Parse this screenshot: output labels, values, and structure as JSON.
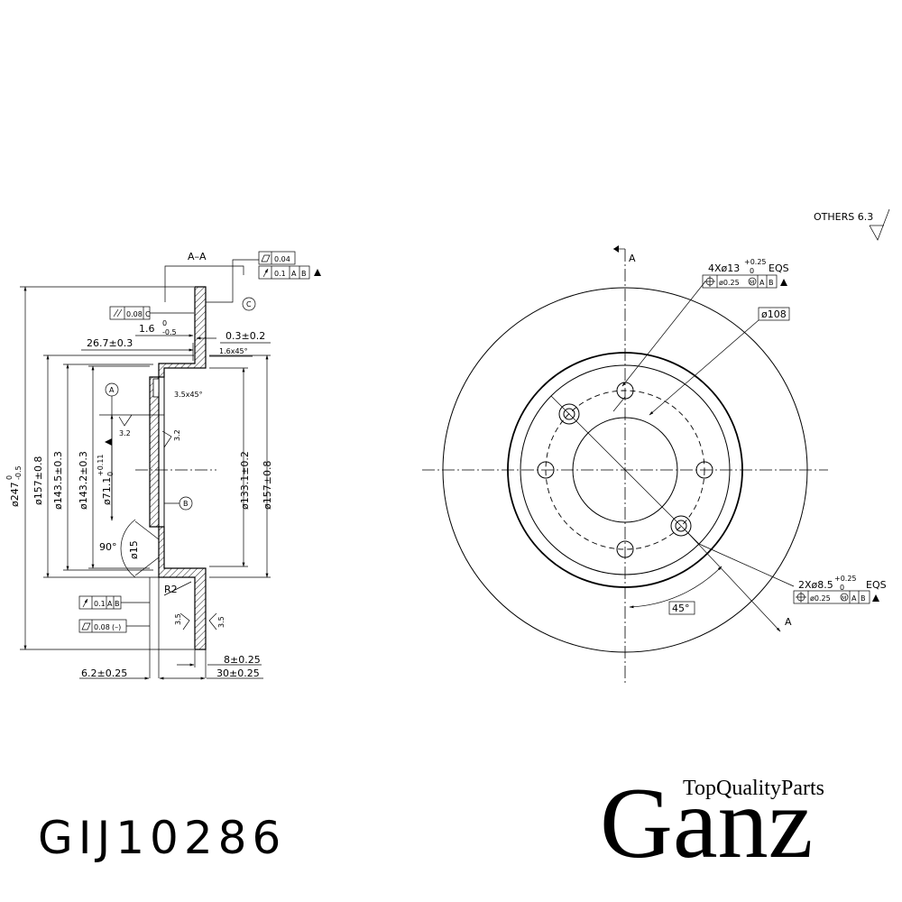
{
  "drawing": {
    "section_label": "A–A",
    "surface_finish_note": "OTHERS 6.3",
    "view_arrow_label": "A",
    "section_arrow_label": "A",
    "section_view": {
      "flatness_tol": "0.04",
      "runout_tol": "0.1",
      "runout_ref_a": "A",
      "runout_ref_b": "B",
      "parallel_tol": "0.08",
      "parallel_ref": "C",
      "datum_c": "C",
      "datum_a": "A",
      "datum_b": "B",
      "dim_1_6": "1.6",
      "dim_1_6_tol_upper": "0",
      "dim_1_6_tol_lower": "-0.5",
      "dim_0_3": "0.3±0.2",
      "dim_26_7": "26.7±0.3",
      "chamfer_1_6": "1.6x45°",
      "chamfer_3_5": "3.5x45°",
      "finish_3_2_a": "3.2",
      "finish_3_2_b": "3.2",
      "dia_247": "ø247",
      "dia_247_tol_upper": "0",
      "dia_247_tol_lower": "-0.5",
      "dia_157_left": "ø157±0.8",
      "dia_143_5": "ø143.5±0.3",
      "dia_143_2": "ø143.2±0.3",
      "dia_71_1": "ø71.1",
      "dia_71_1_tol_upper": "+0.11",
      "dia_71_1_tol_lower": "0",
      "dia_133_1": "ø133.1±0.2",
      "dia_157_right": "ø157±0.8",
      "angle_90": "90°",
      "dia_15": "ø15",
      "radius_r2": "R2",
      "runout2_tol": "0.1",
      "runout2_ref_a": "A",
      "runout2_ref_b": "B",
      "flat2_tol": "0.08",
      "flat2_mod": "(–)",
      "finish_3_5_a": "3.5",
      "finish_3_5_b": "3.5",
      "dim_8": "8±0.25",
      "dim_6_2": "6.2±0.25",
      "dim_30": "30±0.25"
    },
    "front_view": {
      "holes_4_callout": "4Xø13",
      "holes_4_tol_upper": "+0.25",
      "holes_4_tol_lower": "0",
      "holes_4_eqs": "EQS",
      "pos_tol": "ø0.25",
      "pos_mod": "M",
      "pos_ref_a": "A",
      "pos_ref_b": "B",
      "pcd": "ø108",
      "holes_2_callout": "2Xø8.5",
      "holes_2_tol_upper": "+0.25",
      "holes_2_tol_lower": "0",
      "holes_2_eqs": "EQS",
      "pos2_tol": "ø0.25",
      "pos2_mod": "M",
      "pos2_ref_a": "A",
      "pos2_ref_b": "B",
      "angle_45": "45°"
    }
  },
  "footer": {
    "part_number": "GIJ10286",
    "brand_name": "Ganz",
    "brand_tagline": "TopQualityParts"
  }
}
